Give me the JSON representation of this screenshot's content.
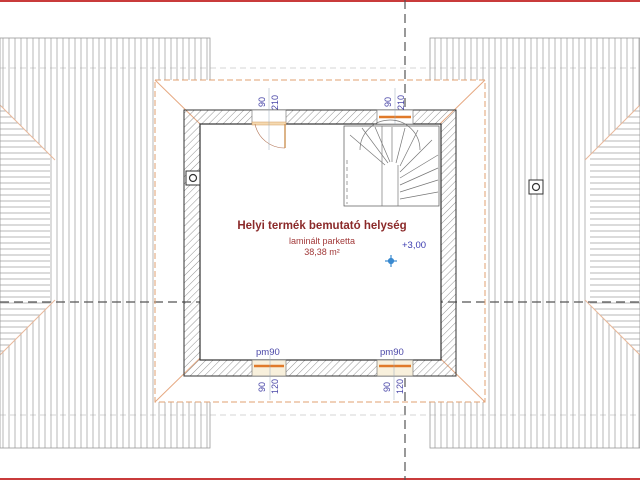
{
  "drawing": {
    "type": "attic floor plan (roof plan)",
    "colors": {
      "frame_line": "#c93b3b",
      "roof_lines": "#9a9a9a",
      "roof_outline_orange": "#e0a070",
      "wall_hatch": "#555555",
      "room_text": "#8b2a2a",
      "dimension_text": "#4a47a8",
      "window_sill": "#e07a2a"
    }
  },
  "room": {
    "name": "Helyi termék bemutató helység",
    "floor": "laminált parketta",
    "area": "38,38 m²",
    "level": "+3,00"
  },
  "openings": {
    "door_top": {
      "width": "90",
      "height": "210"
    },
    "window_top_right": {
      "width": "90",
      "height": "210"
    },
    "window_bottom_left": {
      "label": "pm90",
      "width": "90",
      "height": "120"
    },
    "window_bottom_right": {
      "label": "pm90",
      "width": "90",
      "height": "120"
    }
  },
  "symbols": {
    "chimney_left": "chimney-icon",
    "chimney_right": "chimney-icon",
    "level_marker": "level-crosshair-icon",
    "stairs": "spiral-stair-icon"
  }
}
